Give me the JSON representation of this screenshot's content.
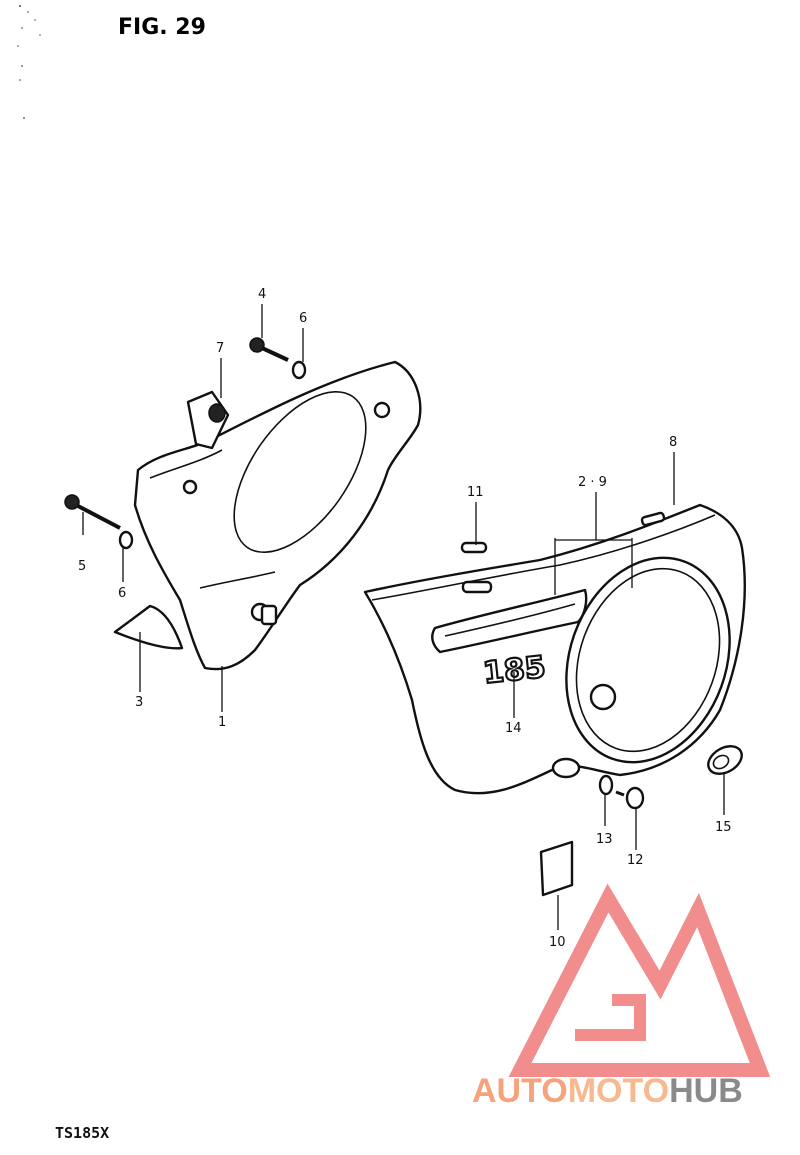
{
  "figure": {
    "title": "FIG. 29",
    "model": "TS185X"
  },
  "decal_text": "185",
  "callouts": [
    {
      "id": "label-4",
      "text": "4"
    },
    {
      "id": "label-6a",
      "text": "6"
    },
    {
      "id": "label-7",
      "text": "7"
    },
    {
      "id": "label-5",
      "text": "5"
    },
    {
      "id": "label-6b",
      "text": "6"
    },
    {
      "id": "label-3",
      "text": "3"
    },
    {
      "id": "label-1",
      "text": "1"
    },
    {
      "id": "label-8",
      "text": "8"
    },
    {
      "id": "label-29",
      "text": "2 · 9"
    },
    {
      "id": "label-11",
      "text": "11"
    },
    {
      "id": "label-14",
      "text": "14"
    },
    {
      "id": "label-13",
      "text": "13"
    },
    {
      "id": "label-12",
      "text": "12"
    },
    {
      "id": "label-15",
      "text": "15"
    },
    {
      "id": "label-10",
      "text": "10"
    }
  ],
  "watermark": {
    "part1": "AUTO",
    "part2": "MOTO",
    "part3": "HUB",
    "color_primary": "#f6a27c",
    "color_secondary": "#f7b98f",
    "color_dark": "#8a8a8a",
    "logo_color": "#f07a7a"
  }
}
